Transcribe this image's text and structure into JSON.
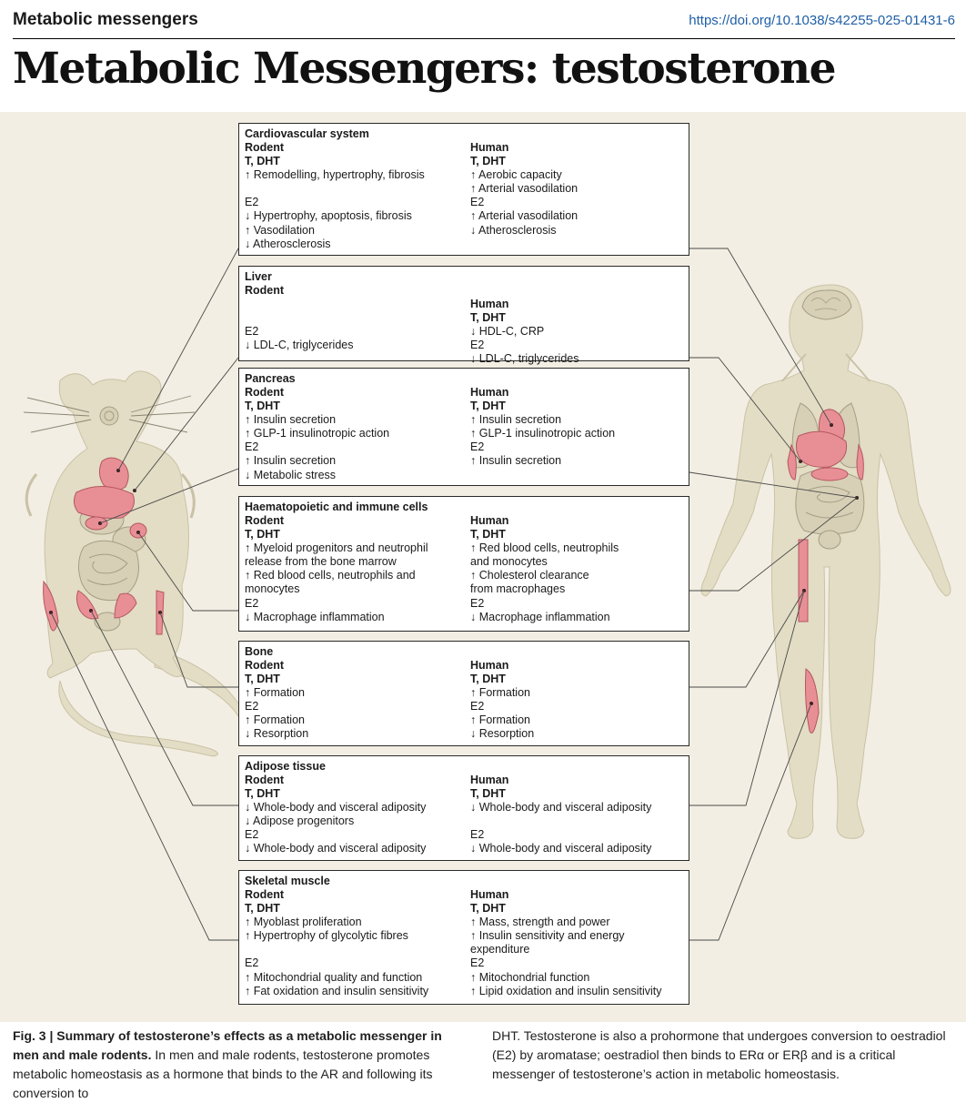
{
  "header": {
    "section": "Metabolic messengers",
    "doi": "https://doi.org/10.1038/s42255-025-01431-6"
  },
  "title": "Metabolic Messengers: testosterone",
  "figure": {
    "boxes": [
      {
        "title": "Cardiovascular system",
        "rodent": [
          "Rodent",
          "T, DHT",
          "↑ Remodelling, hypertrophy, fibrosis",
          "",
          "E2",
          "↓ Hypertrophy, apoptosis, fibrosis",
          "↑ Vasodilation",
          "↓ Atherosclerosis"
        ],
        "human": [
          "Human",
          "T, DHT",
          "↑ Aerobic capacity",
          "↑ Arterial vasodilation",
          "E2",
          "↑ Arterial vasodilation",
          "↓ Atherosclerosis"
        ]
      },
      {
        "title": "Liver",
        "rodent": [
          "Rodent",
          "",
          "",
          "E2",
          "↓ LDL-C, triglycerides"
        ],
        "human": [
          "",
          "Human",
          "T, DHT",
          "↓ HDL-C, CRP",
          "E2",
          "↓ LDL-C, triglycerides"
        ]
      },
      {
        "title": "Pancreas",
        "rodent": [
          "Rodent",
          "T, DHT",
          "↑ Insulin secretion",
          "↑ GLP-1 insulinotropic action",
          "E2",
          "↑ Insulin secretion",
          "↓ Metabolic stress"
        ],
        "human": [
          "Human",
          "T, DHT",
          "↑ Insulin secretion",
          "↑ GLP-1 insulinotropic action",
          "E2",
          "↑ Insulin secretion"
        ]
      },
      {
        "title": "Haematopoietic and immune cells",
        "rodent": [
          "Rodent",
          "T, DHT",
          "↑ Myeloid progenitors and neutrophil",
          "release from the bone marrow",
          "↑ Red blood cells, neutrophils and",
          "monocytes",
          "E2",
          "↓ Macrophage inflammation"
        ],
        "human": [
          "Human",
          "T, DHT",
          "↑ Red blood cells, neutrophils",
          "and monocytes",
          "↑ Cholesterol clearance",
          "from macrophages",
          "E2",
          "↓ Macrophage inflammation"
        ]
      },
      {
        "title": "Bone",
        "rodent": [
          "Rodent",
          "T, DHT",
          "↑ Formation",
          "E2",
          "↑ Formation",
          "↓ Resorption"
        ],
        "human": [
          "Human",
          "T, DHT",
          "↑ Formation",
          "E2",
          "↑ Formation",
          "↓ Resorption"
        ]
      },
      {
        "title": "Adipose tissue",
        "rodent": [
          "Rodent",
          "T, DHT",
          "↓ Whole-body and visceral adiposity",
          "↓ Adipose progenitors",
          "E2",
          "↓ Whole-body and visceral adiposity"
        ],
        "human": [
          "Human",
          "T, DHT",
          "↓ Whole-body and visceral adiposity",
          "",
          "E2",
          "↓ Whole-body and visceral adiposity"
        ]
      },
      {
        "title": "Skeletal muscle",
        "rodent": [
          "Rodent",
          "T, DHT",
          "↑ Myoblast proliferation",
          "↑ Hypertrophy of glycolytic fibres",
          "",
          "E2",
          "↑ Mitochondrial quality and function",
          "↑ Fat oxidation and insulin sensitivity"
        ],
        "human": [
          "Human",
          "T, DHT",
          "↑ Mass, strength and power",
          "↑ Insulin sensitivity and energy",
          "expenditure",
          "E2",
          "↑ Mitochondrial function",
          "↑ Lipid oxidation and insulin sensitivity"
        ]
      }
    ]
  },
  "caption": {
    "label": "Fig. 3 | Summary of testosterone’s effects as a metabolic messenger in men and male rodents.",
    "text1": " In men and male rodents, testosterone promotes metabolic homeostasis as a hormone that binds to the AR and following its conversion to",
    "text2": "DHT. Testosterone is also a prohormone that undergoes conversion to oestradiol (E2) by aromatase; oestradiol then binds to ERα or ERβ and is a critical messenger of testosterone’s action in metabolic homeostasis."
  },
  "colors": {
    "background": "#f3eee3",
    "silhouette": "#e2ddc4",
    "organ": "#e88f96",
    "link": "#1f5fa6"
  }
}
